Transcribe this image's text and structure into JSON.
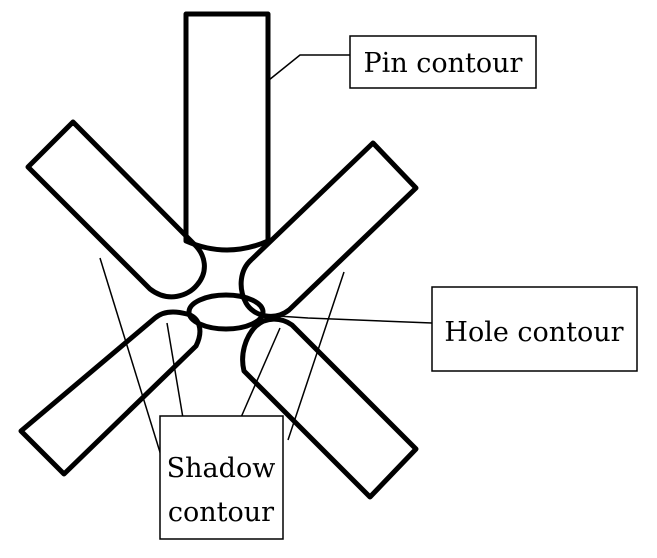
{
  "labels": {
    "pin": "Pin contour",
    "hole": "Hole contour",
    "shadow_line1": "Shadow",
    "shadow_line2": "contour"
  },
  "colors": {
    "stroke": "#000000",
    "background": "#ffffff"
  }
}
